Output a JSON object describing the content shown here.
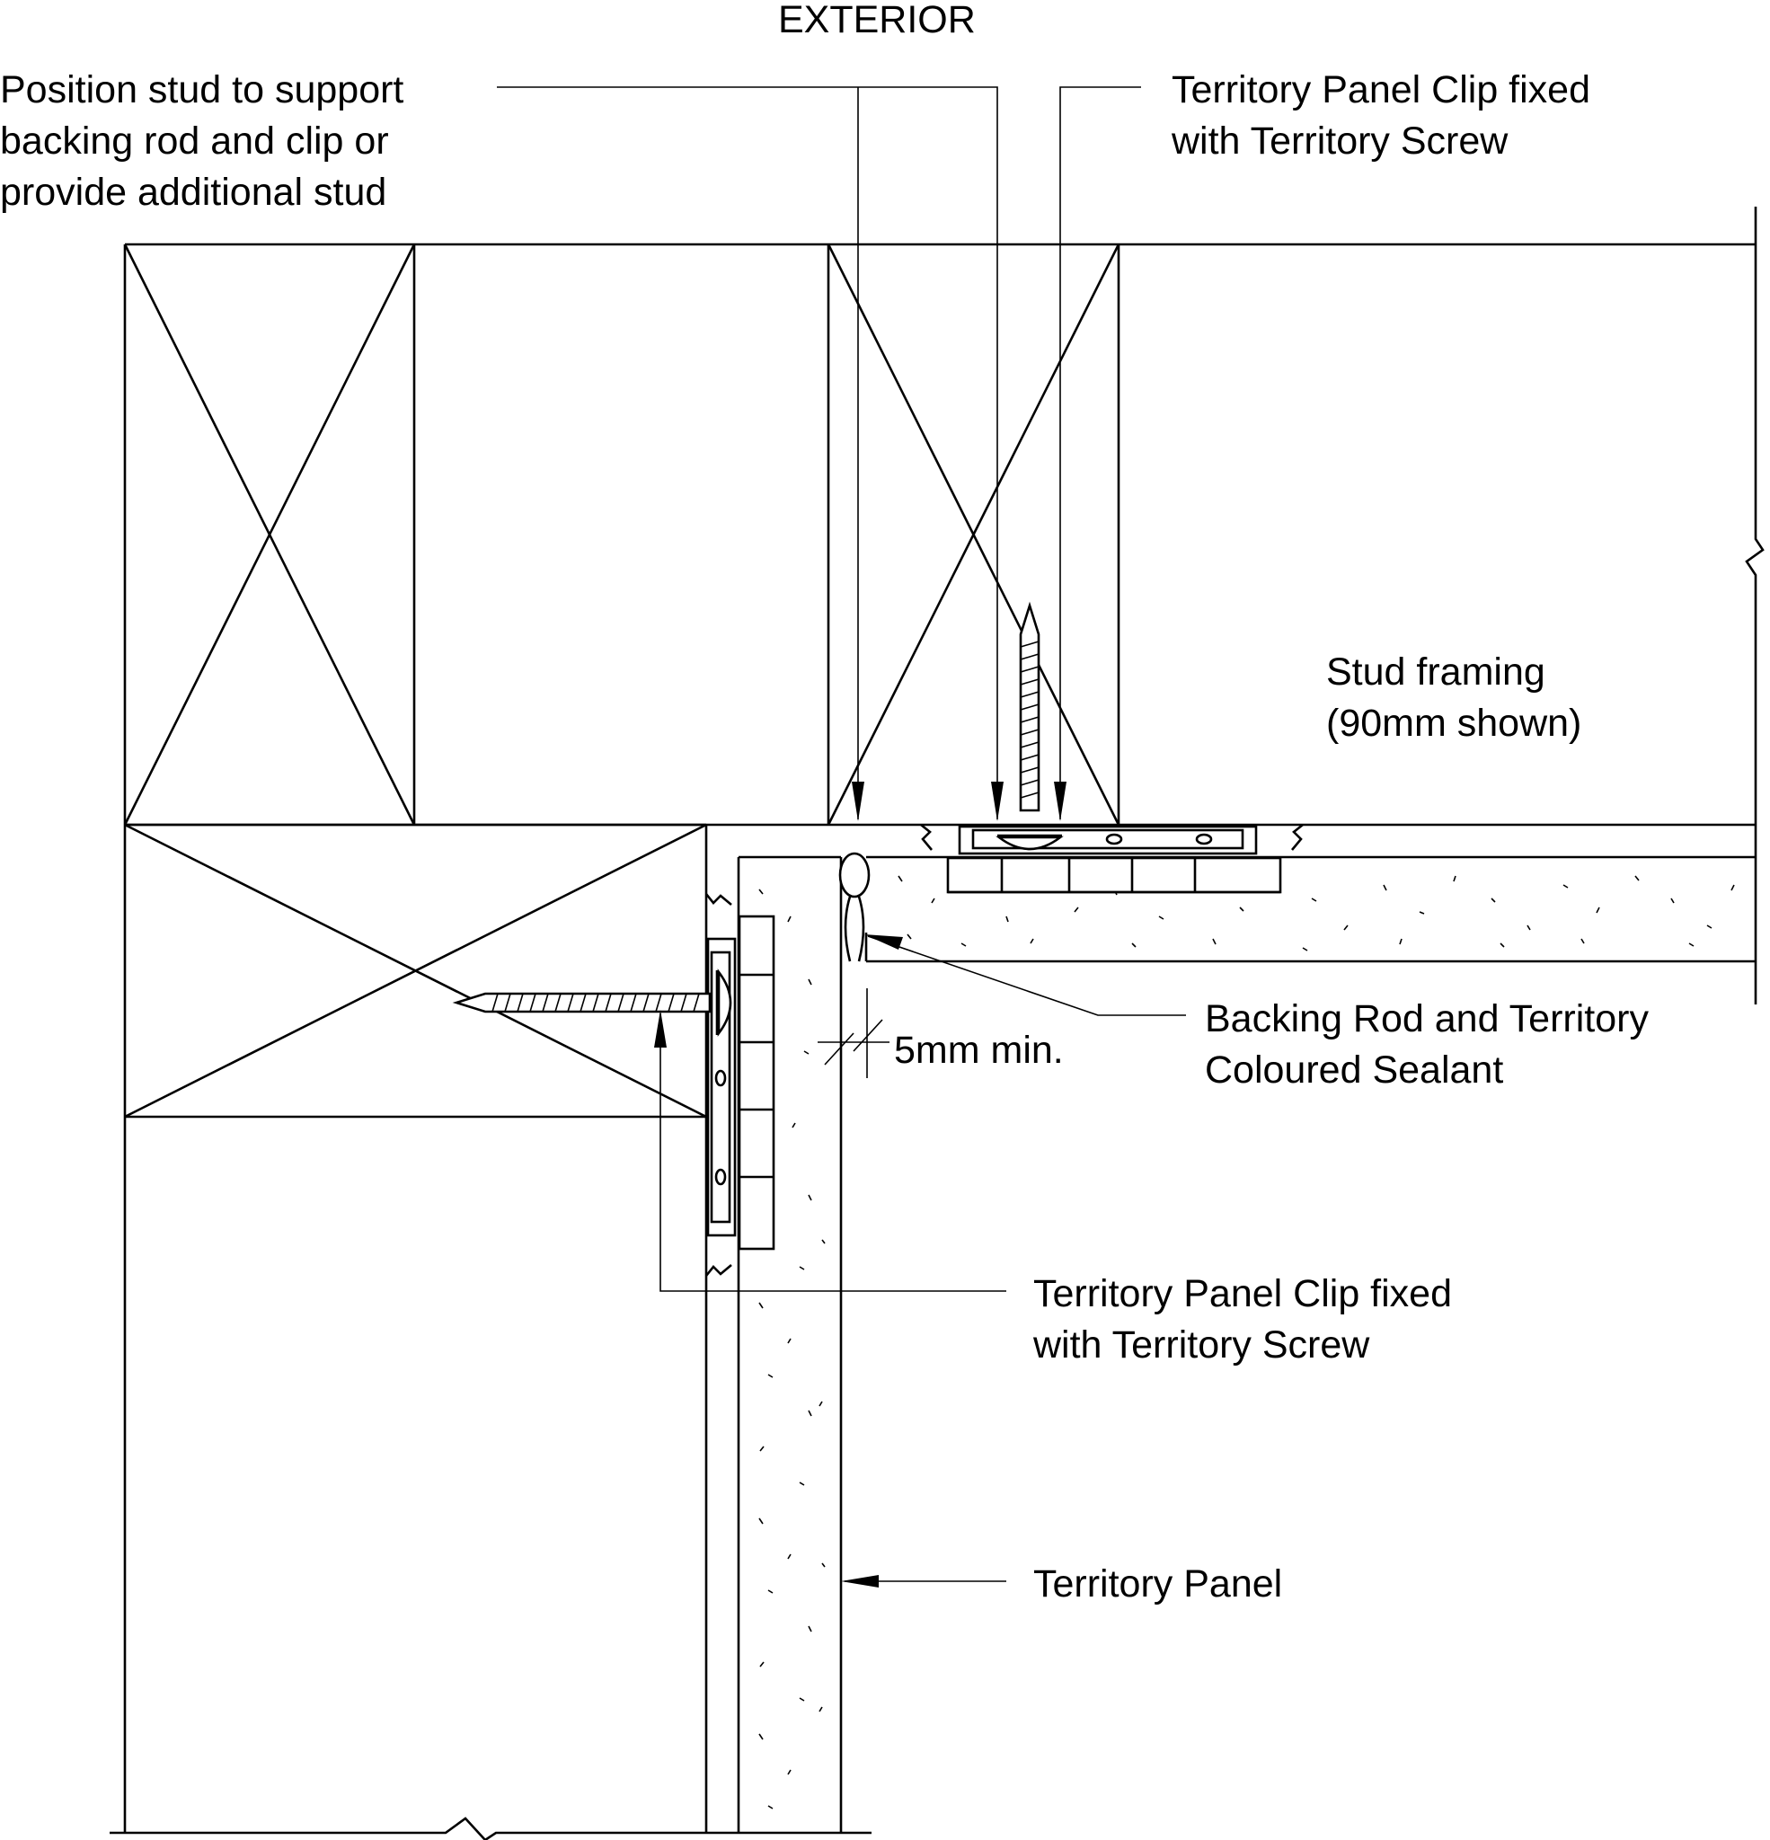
{
  "title": "EXTERIOR",
  "labels": {
    "position_stud": [
      "Position stud to support",
      "backing rod and clip or",
      "provide additional stud"
    ],
    "clip_top": [
      "Territory Panel Clip fixed",
      "with Territory Screw"
    ],
    "stud_framing": [
      "Stud framing",
      "(90mm shown)"
    ],
    "backing_rod": [
      "Backing Rod and Territory",
      "Coloured Sealant"
    ],
    "gap": "5mm min.",
    "clip_side": [
      "Territory Panel Clip fixed",
      "with Territory Screw"
    ],
    "panel": "Territory Panel"
  },
  "colors": {
    "line": "#000000",
    "background": "#ffffff"
  }
}
